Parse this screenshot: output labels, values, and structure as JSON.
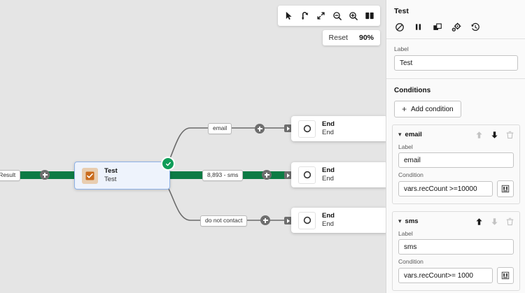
{
  "canvas": {
    "toolbar": {
      "buttons": [
        {
          "name": "select-tool",
          "icon": "cursor-icon"
        },
        {
          "name": "redo-tool",
          "icon": "arrow-turn-icon"
        },
        {
          "name": "fit-view-tool",
          "icon": "fit-screen-icon"
        },
        {
          "name": "zoom-out-tool",
          "icon": "zoom-out-icon"
        },
        {
          "name": "zoom-in-tool",
          "icon": "zoom-in-icon"
        },
        {
          "name": "minimap-tool",
          "icon": "map-icon"
        }
      ]
    },
    "zoom": {
      "reset_label": "Reset",
      "level": "90%"
    },
    "nodes": [
      {
        "title": "Test",
        "subtitle": "Test",
        "icon": "checkbox-checked-icon",
        "status": "success-check-icon"
      },
      {
        "title": "End",
        "subtitle": "End",
        "icon": "end-circle-icon"
      },
      {
        "title": "End",
        "subtitle": "End",
        "icon": "end-circle-icon"
      },
      {
        "title": "End",
        "subtitle": "End",
        "icon": "end-circle-icon"
      }
    ],
    "edge_labels": {
      "incoming": "- Result",
      "branch_email": "email",
      "branch_sms": "8,893 - sms",
      "branch_dnc": "do not contact"
    },
    "colors": {
      "active_path": "#0c7b44",
      "idle_path": "#6b6b6b",
      "background": "#e5e5e5"
    }
  },
  "panel": {
    "title": "Test",
    "tools": [
      {
        "name": "disable-button",
        "icon": "ban-icon"
      },
      {
        "name": "pause-button",
        "icon": "pause-icon"
      },
      {
        "name": "duplicate-button",
        "icon": "duplicate-icon"
      },
      {
        "name": "settings-button",
        "icon": "gear-icon"
      },
      {
        "name": "history-button",
        "icon": "history-clock-icon"
      }
    ],
    "label_field": {
      "label": "Label",
      "value": "Test",
      "placeholder": "Label"
    },
    "conditions_section": {
      "title": "Conditions",
      "add_button": "Add condition",
      "items": [
        {
          "name": "email",
          "label_caption": "Label",
          "label_value": "email",
          "condition_caption": "Condition",
          "condition_value": "vars.recCount >=10000",
          "move_up_enabled": false,
          "move_down_enabled": true
        },
        {
          "name": "sms",
          "label_caption": "Label",
          "label_value": "sms",
          "condition_caption": "Condition",
          "condition_value": "vars.recCount>= 1000",
          "move_up_enabled": true,
          "move_down_enabled": false
        }
      ]
    }
  }
}
